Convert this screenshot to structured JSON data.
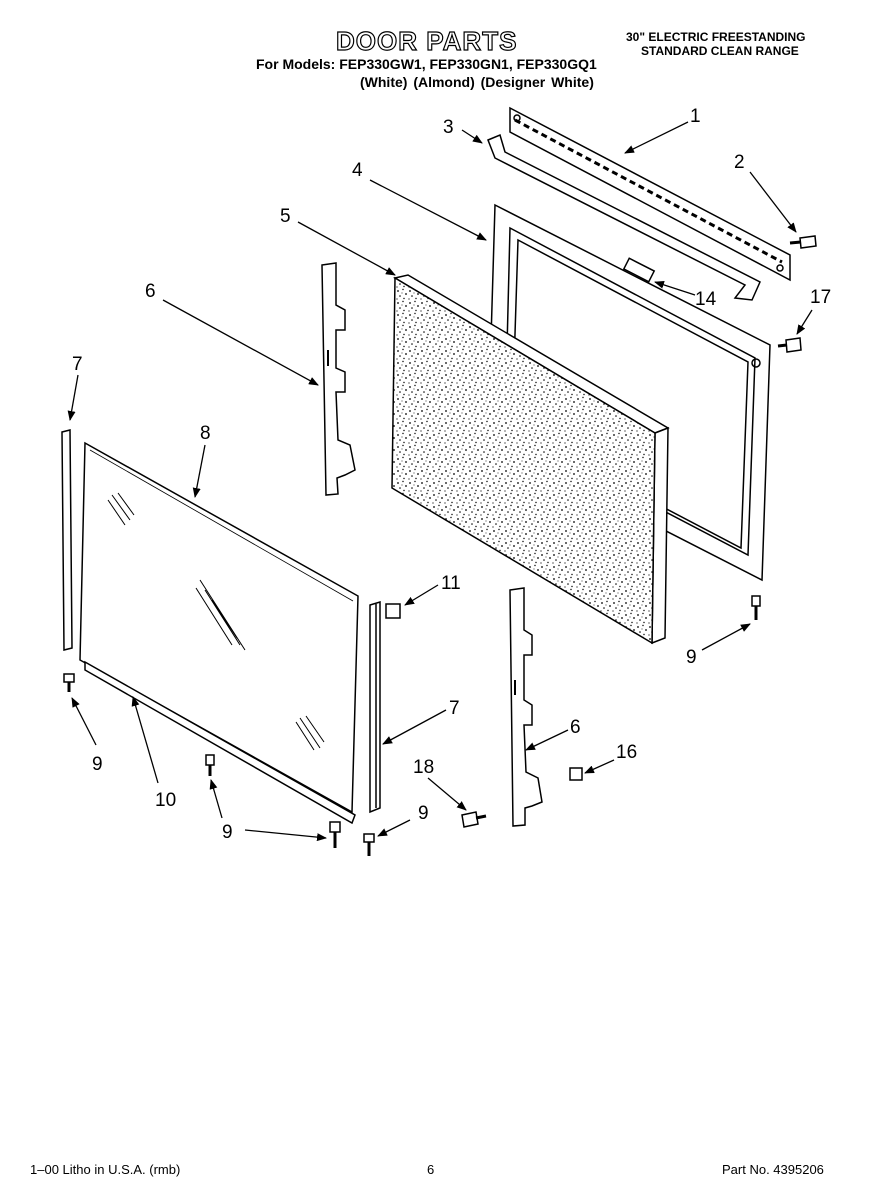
{
  "header": {
    "title": "DOOR PARTS",
    "models": "For Models: FEP330GW1, FEP330GN1, FEP330GQ1",
    "colors": "(White)        (Almond) (Designer White)",
    "range_line1": "30\" ELECTRIC FREESTANDING",
    "range_line2": "STANDARD CLEAN RANGE"
  },
  "callouts": {
    "c1": "1",
    "c2": "2",
    "c3": "3",
    "c4": "4",
    "c5": "5",
    "c6a": "6",
    "c6b": "6",
    "c7a": "7",
    "c7b": "7",
    "c8": "8",
    "c9a": "9",
    "c9b": "9",
    "c9c": "9",
    "c9d": "9",
    "c10": "10",
    "c11": "11",
    "c14": "14",
    "c16": "16",
    "c17": "17",
    "c18": "18"
  },
  "footer": {
    "left": "1–00 Litho in U.S.A. (rmb)",
    "page": "6",
    "part_no": "Part No. 4395206"
  }
}
